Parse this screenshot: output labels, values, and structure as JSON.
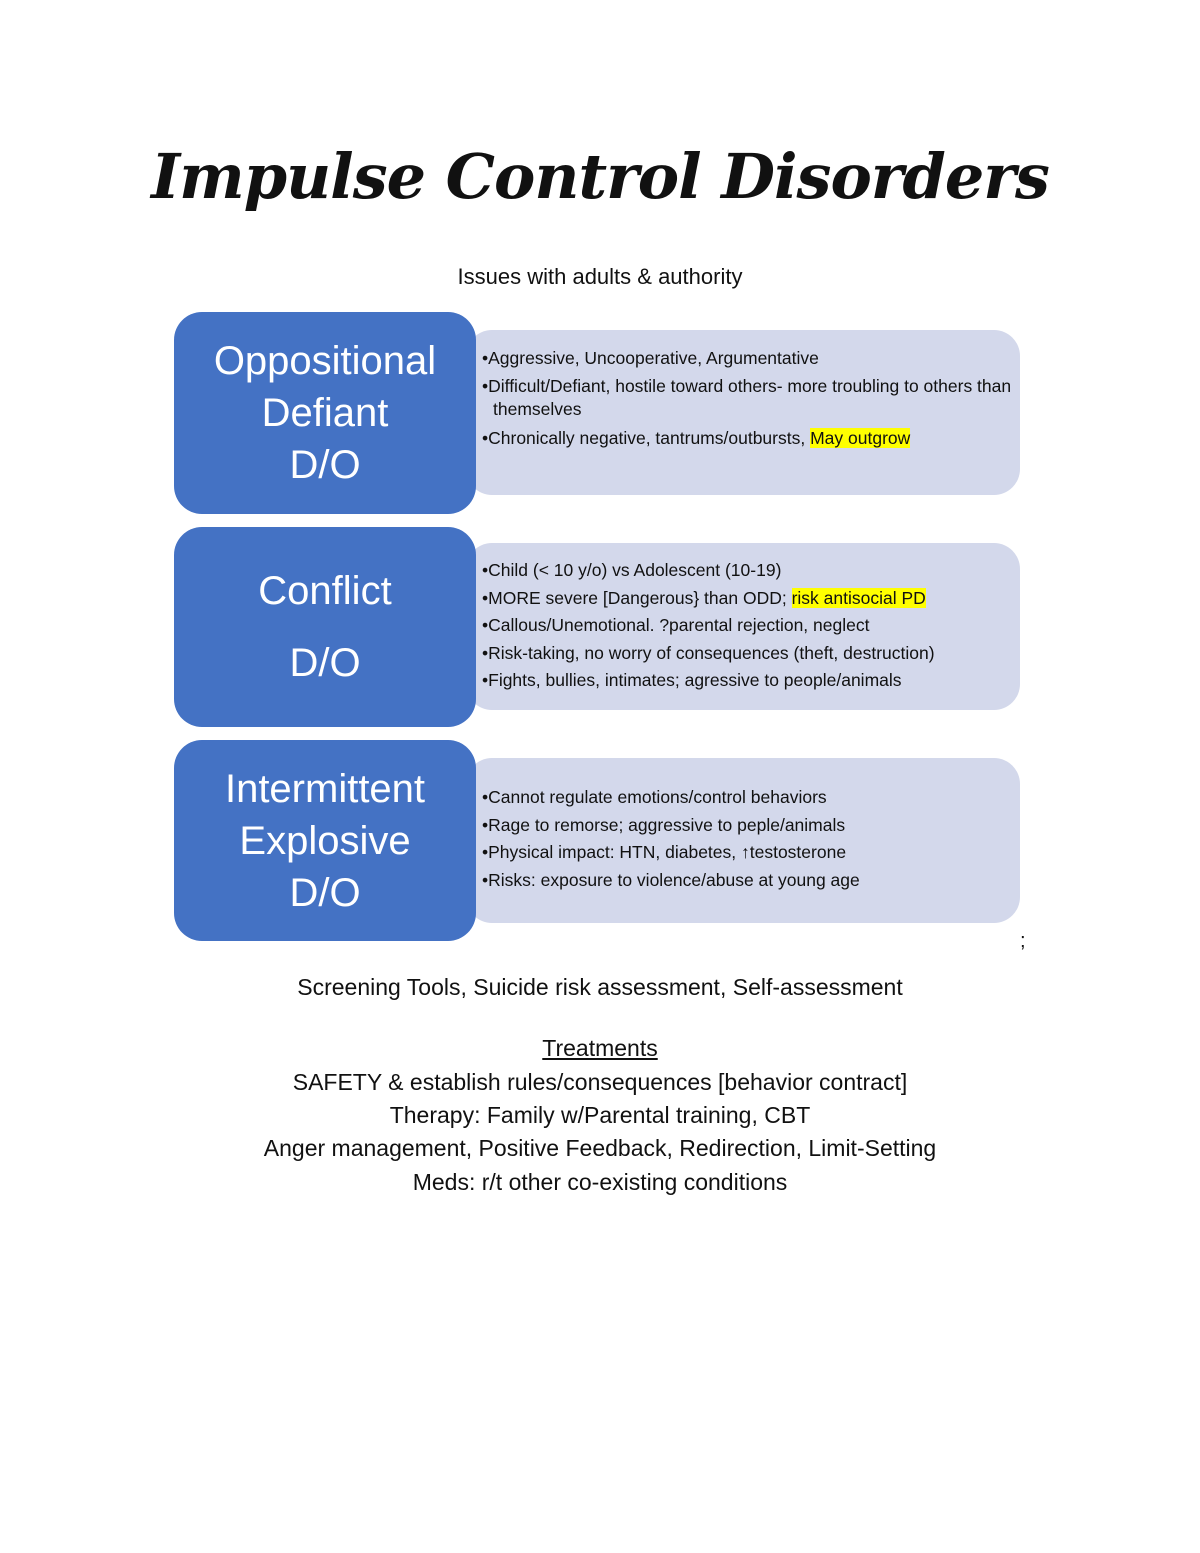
{
  "title": "Impulse Control Disorders",
  "subtitle": "Issues with adults & authority",
  "disorders": [
    {
      "name_lines": [
        "Oppositional",
        "Defiant",
        "D/O"
      ],
      "bullets": [
        {
          "text": "•Aggressive, Uncooperative, Argumentative"
        },
        {
          "text": "•Difficult/Defiant, hostile toward others- more troubling to others than themselves"
        },
        {
          "text": "•Chronically negative, tantrums/outbursts, ",
          "highlight": "May outgrow"
        }
      ]
    },
    {
      "name_lines": [
        "Conflict",
        "",
        "D/O"
      ],
      "bullets": [
        {
          "text": "•Child (< 10 y/o) vs Adolescent (10-19)"
        },
        {
          "text": "•MORE severe [Dangerous} than ODD; ",
          "highlight": "risk antisocial PD"
        },
        {
          "text": "•Callous/Unemotional. ?parental rejection, neglect"
        },
        {
          "text": "•Risk-taking, no worry of consequences (theft, destruction)"
        },
        {
          "text": "•Fights, bullies, intimates; agressive to people/animals"
        }
      ]
    },
    {
      "name_lines": [
        "Intermittent",
        "Explosive",
        "D/O"
      ],
      "bullets": [
        {
          "text": "•Cannot regulate emotions/control behaviors"
        },
        {
          "text": "•Rage to remorse; aggressive to peple/animals"
        },
        {
          "text": "•Physical impact: HTN, diabetes, ↑testosterone"
        },
        {
          "text": "•Risks: exposure to violence/abuse at young age"
        }
      ]
    }
  ],
  "stray_mark": ";",
  "screening": "Screening Tools, Suicide risk assessment, Self-assessment",
  "treatments": {
    "heading": "Treatments",
    "lines": [
      "SAFETY & establish rules/consequences [behavior contract]",
      "Therapy: Family w/Parental training, CBT",
      "Anger management, Positive Feedback, Redirection, Limit-Setting",
      "Meds: r/t other co-existing conditions"
    ]
  },
  "colors": {
    "box_blue": "#4472C4",
    "box_light": "#D3D8EB",
    "highlight": "#FFFF00"
  }
}
